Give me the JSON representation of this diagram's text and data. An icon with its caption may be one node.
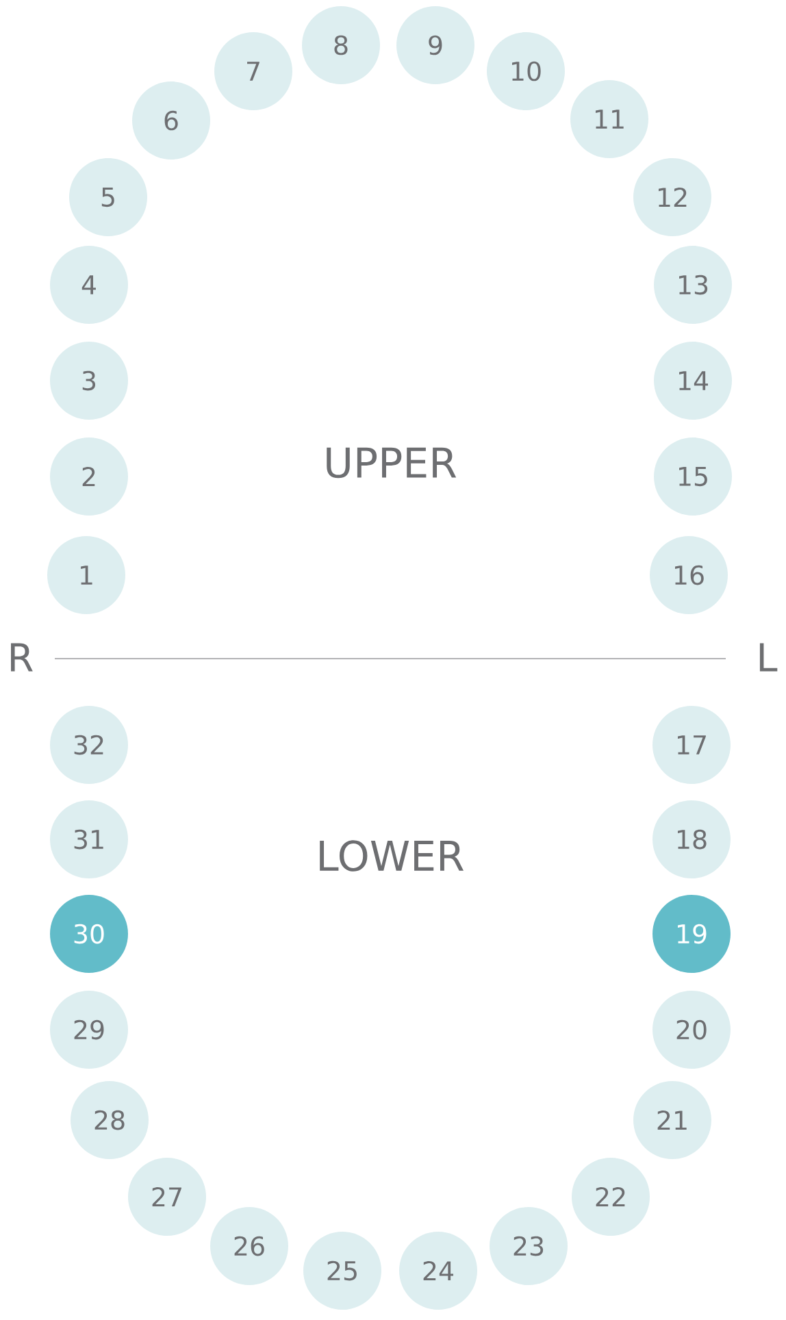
{
  "diagram": {
    "nodes": [
      {
        "text": [
          "1"
        ]
      },
      {
        "text": [
          "2"
        ]
      },
      {
        "text": [
          "3"
        ]
      },
      {
        "text": [
          "4"
        ]
      },
      {
        "text": [
          "5"
        ]
      },
      {
        "text": [
          "6"
        ]
      },
      {
        "text": [
          "7"
        ]
      },
      {
        "text": [
          "8"
        ]
      },
      {
        "text": [
          "9"
        ]
      },
      {
        "text": [
          "10"
        ]
      },
      {
        "text": [
          "11"
        ]
      },
      {
        "text": [
          "12"
        ]
      },
      {
        "text": [
          "13"
        ]
      },
      {
        "text": [
          "14"
        ]
      },
      {
        "text": [
          "15"
        ]
      },
      {
        "text": [
          "16"
        ]
      },
      {
        "text": [
          "17"
        ]
      },
      {
        "text": [
          "18"
        ]
      },
      {
        "text": [
          "19"
        ]
      },
      {
        "text": [
          "20"
        ]
      },
      {
        "text": [
          "21"
        ]
      },
      {
        "text": [
          "22"
        ]
      },
      {
        "text": [
          "23"
        ]
      },
      {
        "text": [
          "24"
        ]
      },
      {
        "text": [
          "25"
        ]
      },
      {
        "text": [
          "26"
        ]
      },
      {
        "text": [
          "27"
        ]
      },
      {
        "text": [
          "28"
        ]
      },
      {
        "text": [
          "29"
        ]
      },
      {
        "text": [
          "30"
        ]
      },
      {
        "text": [
          "31"
        ]
      },
      {
        "text": [
          "32"
        ]
      }
    ],
    "labels": [
      "UPPER",
      "R",
      "L",
      "LOWER"
    ]
  }
}
